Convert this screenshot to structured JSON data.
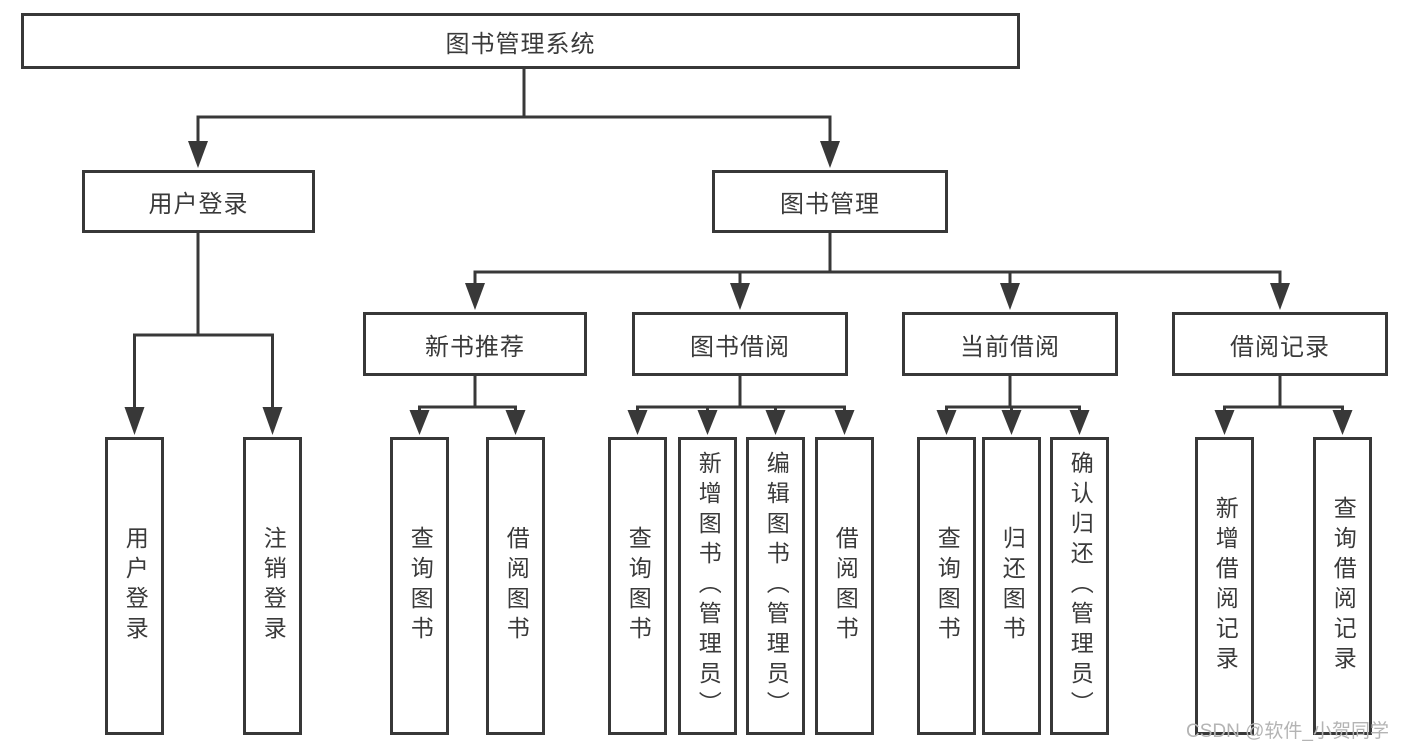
{
  "diagram": {
    "root": "图书管理系统",
    "branches": [
      {
        "label": "用户登录",
        "leaves": [
          "用户登录",
          "注销登录"
        ]
      },
      {
        "label": "图书管理",
        "sections": [
          {
            "label": "新书推荐",
            "leaves": [
              "查询图书",
              "借阅图书"
            ]
          },
          {
            "label": "图书借阅",
            "leaves": [
              "查询图书",
              "新增图书（管理员）",
              "编辑图书（管理员）",
              "借阅图书"
            ]
          },
          {
            "label": "当前借阅",
            "leaves": [
              "查询图书",
              "归还图书",
              "确认归还（管理员）"
            ]
          },
          {
            "label": "借阅记录",
            "leaves": [
              "新增借阅记录",
              "查询借阅记录"
            ]
          }
        ]
      }
    ]
  },
  "watermark": "CSDN @软件_小贺同学",
  "colors": {
    "line": "#383838",
    "text": "#3a3a3a",
    "watermark": "#b4b4b4",
    "background": "#ffffff"
  }
}
